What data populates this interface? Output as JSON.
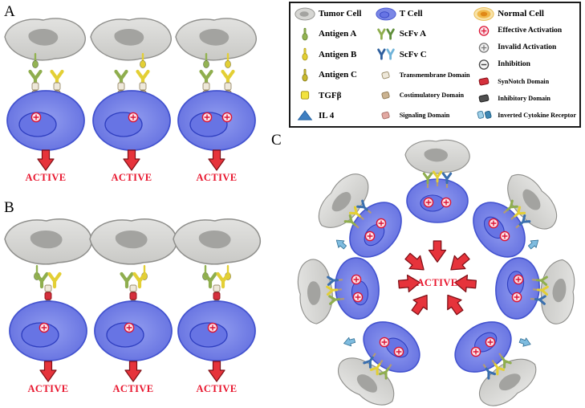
{
  "panels": {
    "a": {
      "label": "A",
      "active_labels": [
        "ACTIVE",
        "ACTIVE",
        "ACTIVE"
      ]
    },
    "b": {
      "label": "B",
      "active_labels": [
        "ACTIVE",
        "ACTIVE",
        "ACTIVE"
      ]
    },
    "c": {
      "label": "C",
      "active_label": "ACTIVE"
    }
  },
  "legend": {
    "columns": [
      {
        "items": [
          {
            "icon": "tumor-cell-icon",
            "label": "Tumor Cell"
          },
          {
            "icon": "antigen-a-icon",
            "label": "Antigen A"
          },
          {
            "icon": "antigen-b-icon",
            "label": "Antigen B"
          },
          {
            "icon": "antigen-c-icon",
            "label": "Antigen C"
          },
          {
            "icon": "tgfb-icon",
            "label": "TGFβ"
          },
          {
            "icon": "il4-icon",
            "label": "IL 4"
          }
        ]
      },
      {
        "items": [
          {
            "icon": "t-cell-icon",
            "label": "T Cell"
          },
          {
            "icon": "scfv-a-icon",
            "label": "ScFv A"
          },
          {
            "icon": "scfv-c-icon",
            "label": "ScFv C"
          },
          {
            "icon": "transmembrane-domain-icon",
            "label": "Transmembrane Domain"
          },
          {
            "icon": "costimulatory-domain-icon",
            "label": "Costimulatory Domain"
          },
          {
            "icon": "signaling-domain-icon",
            "label": "Signaling Domain"
          }
        ]
      },
      {
        "items": [
          {
            "icon": "normal-cell-icon",
            "label": "Normal Cell"
          },
          {
            "icon": "effective-activation-icon",
            "label": "Effective Activation"
          },
          {
            "icon": "invalid-activation-icon",
            "label": "Invalid Activation"
          },
          {
            "icon": "inhibition-icon",
            "label": "Inhibition"
          },
          {
            "icon": "synnotch-domain-icon",
            "label": "SynNotch Domain"
          },
          {
            "icon": "inhibitory-domain-icon",
            "label": "Inhibitory Domain"
          },
          {
            "icon": "inverted-cytokine-receptor-icon",
            "label": "Inverted Cytokine Receptor"
          }
        ]
      }
    ]
  },
  "colors": {
    "active_red": "#e8152d",
    "arrow_red": "#e6333b",
    "tumor_fill": "#d6d6d3",
    "tumor_nucleus": "#a3a3a0",
    "tcell_fill": "#7b87e6",
    "tcell_nucleus": "#6774e4",
    "normal_cell_orange": "#f0b84a",
    "antigen_a_green": "#93b353",
    "antigen_b_yellow": "#e3cf35",
    "antigen_c_olive": "#c9b92f",
    "il4_blue": "#3f7fc1",
    "scfv_c_blue": "#2e5f9e",
    "synnotch_red": "#d5303c",
    "inhibitory_dark": "#4f4f4f",
    "transmembrane_light": "#eee8da",
    "costimulatory_tan": "#cbb391",
    "signaling_pink": "#e2a9a2",
    "inverted_cytokine_blue": "#6fb3d9"
  }
}
